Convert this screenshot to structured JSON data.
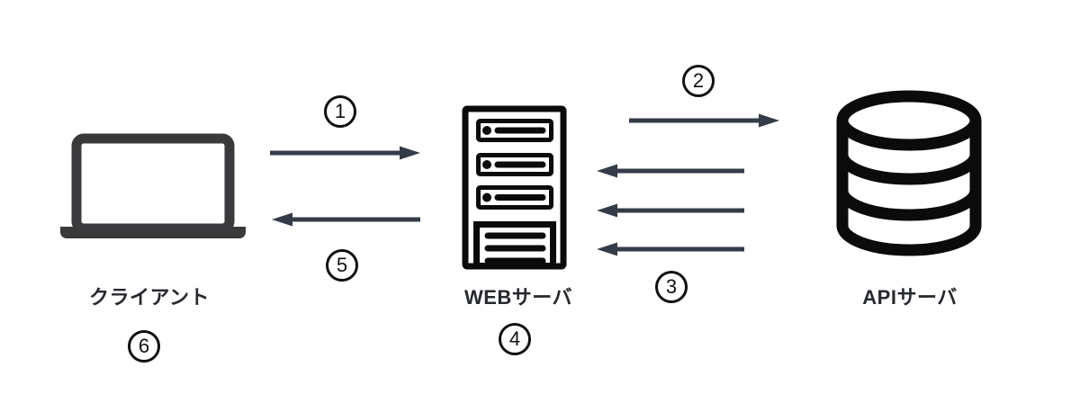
{
  "diagram": {
    "background_color": "#ffffff",
    "arrow_color": "#353b48",
    "icon_color": "#0b0b0b",
    "laptop_color": "#3a3a3c",
    "label_color": "#26292e",
    "nodes": {
      "client": {
        "label": "クライアント",
        "badge": "6",
        "icon": "laptop-icon"
      },
      "web": {
        "label": "WEBサーバ",
        "badge": "4",
        "icon": "server-icon"
      },
      "api": {
        "label": "APIサーバ",
        "icon": "database-icon"
      }
    },
    "flows": {
      "f1": {
        "num": "1",
        "direction": "right",
        "from": "client",
        "to": "web"
      },
      "f2": {
        "num": "2",
        "direction": "right",
        "from": "web",
        "to": "api"
      },
      "f3": {
        "num": "3",
        "direction": "left",
        "from": "api",
        "to": "web",
        "arrow_count": 3
      },
      "f5": {
        "num": "5",
        "direction": "left",
        "from": "web",
        "to": "client"
      }
    }
  }
}
